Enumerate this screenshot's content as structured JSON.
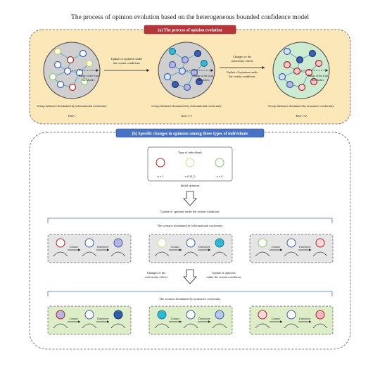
{
  "title": "The process of opinion evolution based on the heterogeneous bounded confidence model",
  "part_a": {
    "header": "(a)  The process of opinion evolution",
    "arrow1_label": [
      "Update of opinions under",
      "the certain conditions"
    ],
    "arrow2_label_top": [
      "Changes of the",
      "conformity effects"
    ],
    "arrow2_label_bottom": [
      "Update of opinions under",
      "the certain conditions"
    ],
    "range_label": [
      "Range of the trust",
      "threshold ε"
    ],
    "panels": [
      {
        "caption": "Group influence dominated by informational conformity",
        "time": "Time t"
      },
      {
        "caption": "Group influence dominated by informational conformity",
        "time": "Time t+1"
      },
      {
        "caption": "Group influence dominated by normative conformity",
        "time": "Time t+2"
      }
    ]
  },
  "part_b": {
    "header": "(b)  Specific changes in opinions among three types of individuals",
    "types_title": "Type of individuals",
    "types": [
      "α = 1",
      "α ∈ (0,1)",
      "α = 0"
    ],
    "initial": "Initial opinions",
    "update_label": "Update of opinions under the certain conditions",
    "info_scenario": "The scenario dominated by informational conformity",
    "middle_left": [
      "Changes of the",
      "conformity effects"
    ],
    "middle_right": [
      "Update of opinions",
      "under the certain conditions"
    ],
    "norm_scenario": "The scenario dominated by normative conformity",
    "contact": "Contact",
    "transform": "Transform"
  },
  "colors": {
    "panel_a_bg": "#fbe7b8",
    "panel_a_border": "#555555",
    "header_a": "#b5373c",
    "header_b": "#4a72c4",
    "type1": "#b22222",
    "type2": "#d8d88a",
    "type3": "#8fc96f",
    "info_box_bg": "#e5e5e5",
    "norm_box_bg": "#dcedc8"
  }
}
